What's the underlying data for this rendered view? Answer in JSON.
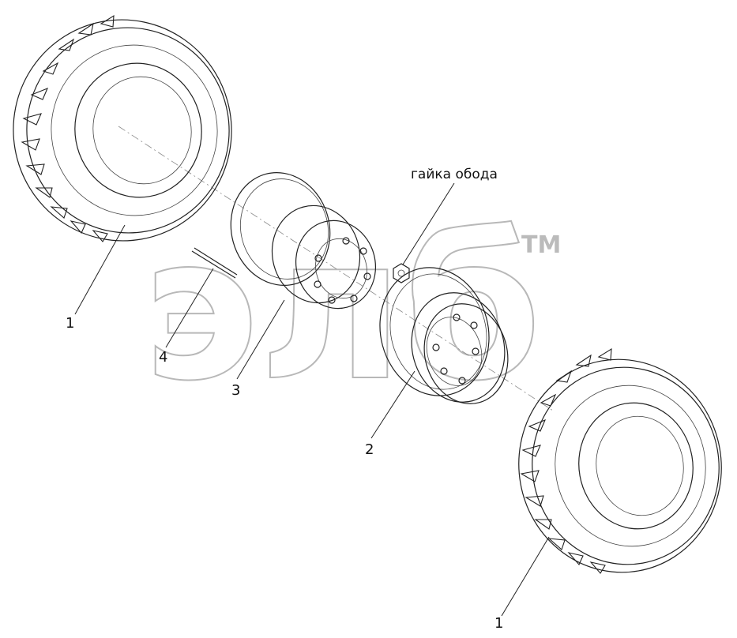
{
  "labels": {
    "rim_nut": "гайка обода",
    "part_tire_top": "1",
    "part_tire_bottom": "1",
    "part_disc_outer": "2",
    "part_disc_inner": "3",
    "part_pin": "4"
  },
  "watermark": {
    "logo_text": "элб",
    "trademark": "TM"
  }
}
